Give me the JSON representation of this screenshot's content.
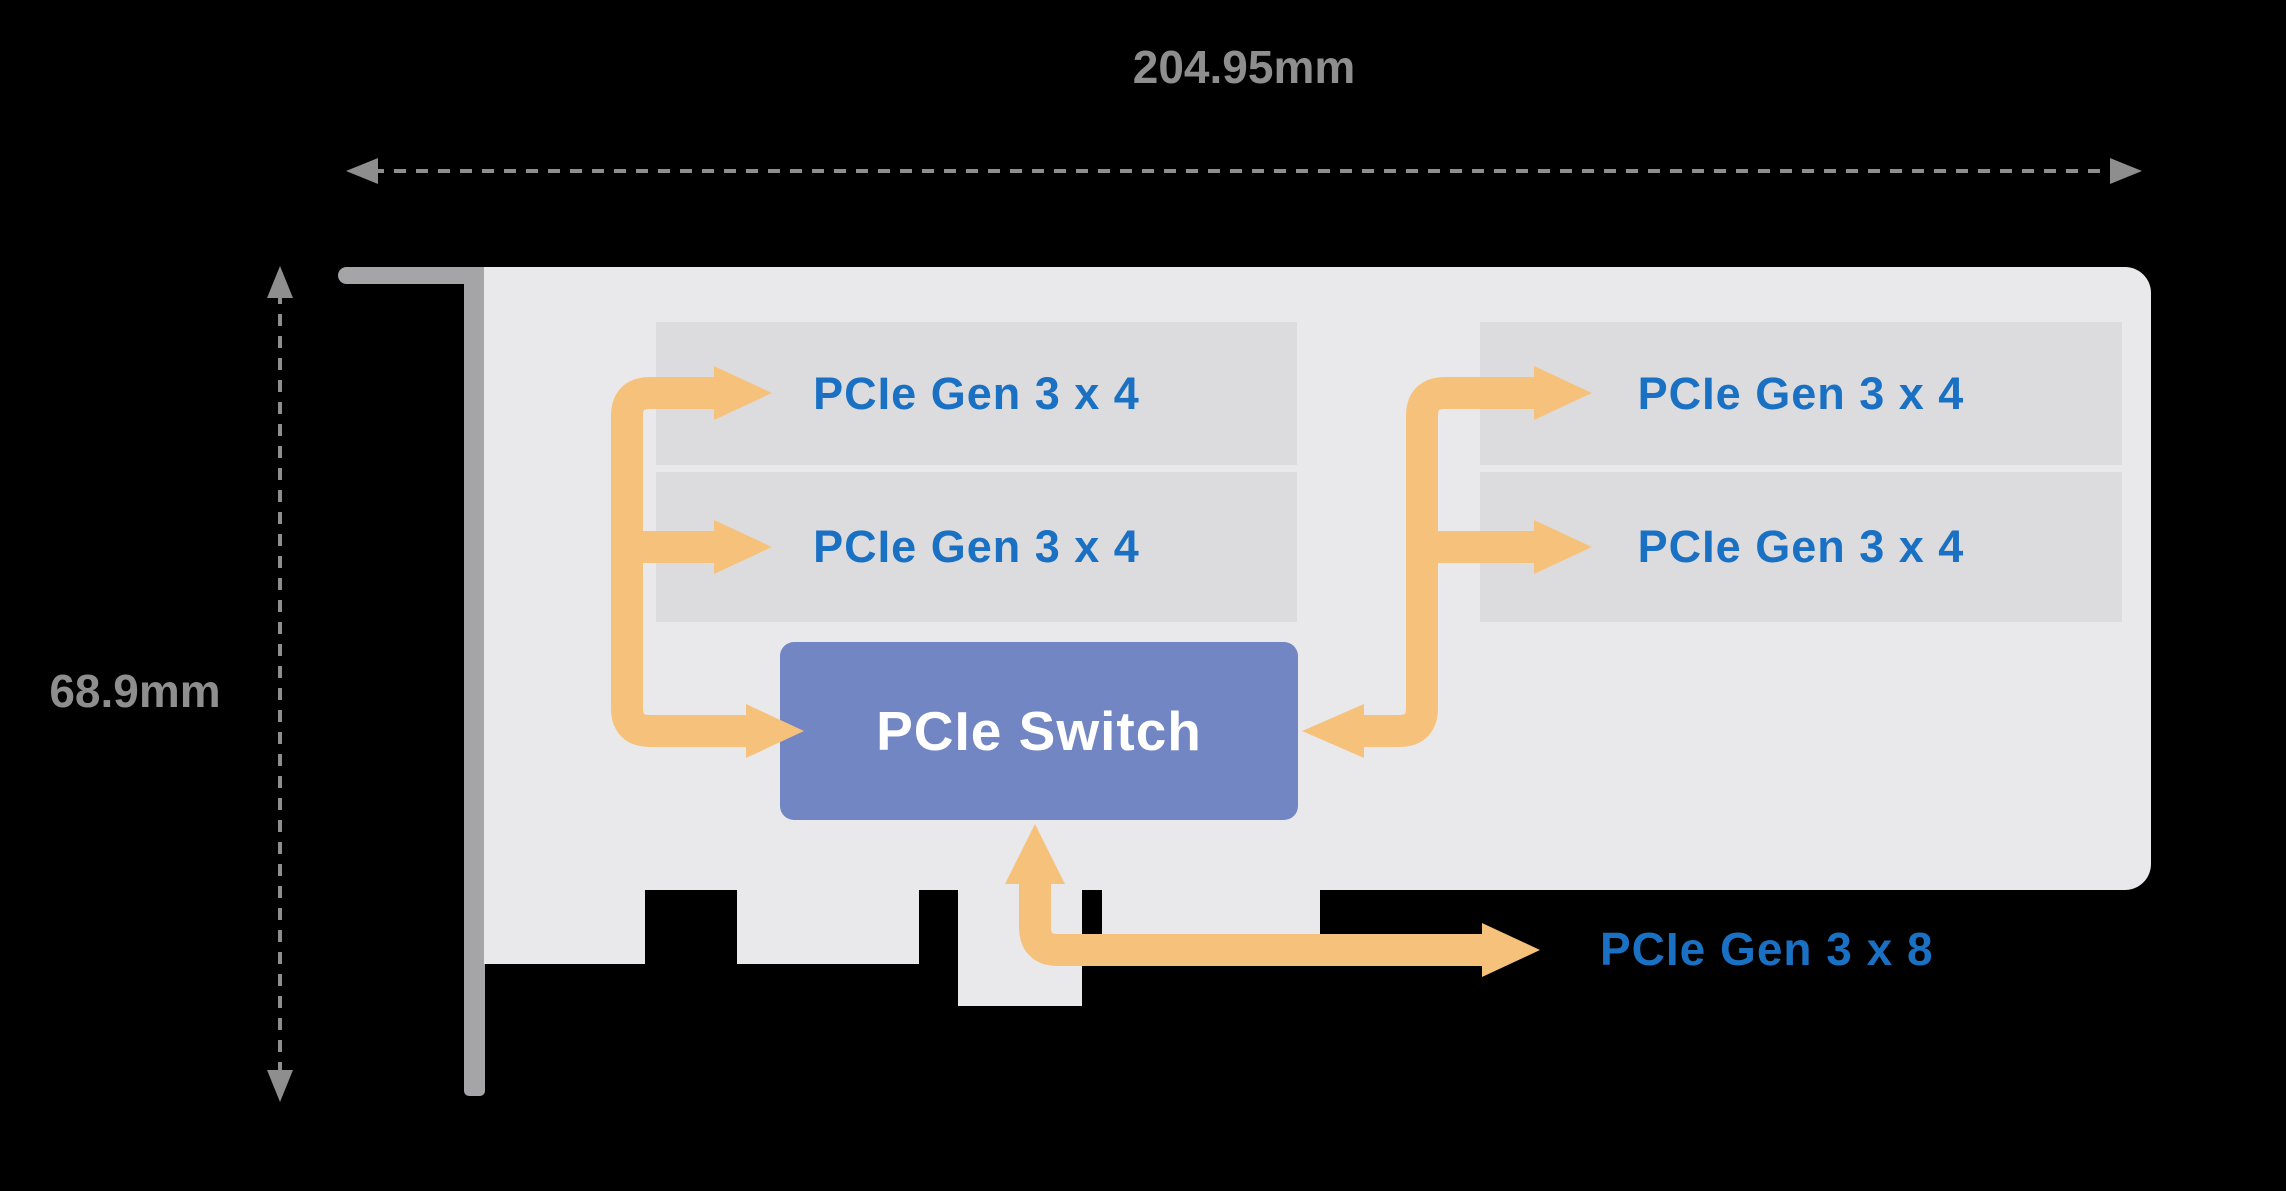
{
  "diagram": {
    "width_dimension": {
      "label": "204.95mm"
    },
    "height_dimension": {
      "label": "68.9mm"
    },
    "slots": [
      {
        "label": "PCIe Gen 3 x 4"
      },
      {
        "label": "PCIe Gen 3 x 4"
      },
      {
        "label": "PCIe Gen 3 x 4"
      },
      {
        "label": "PCIe Gen 3 x 4"
      }
    ],
    "switch": {
      "label": "PCIe Switch"
    },
    "host_link": {
      "label": "PCIe Gen 3 x 8"
    }
  },
  "colors": {
    "background": "#000000",
    "card": "#e9e9eb",
    "slot": "#dcdcdf",
    "bracket": "#a5a5a7",
    "switch_fill": "#7386c4",
    "switch_text": "#ffffff",
    "arrow": "#f6c27b",
    "label_blue": "#1a70c2",
    "dimension": "#8e8e8e"
  }
}
